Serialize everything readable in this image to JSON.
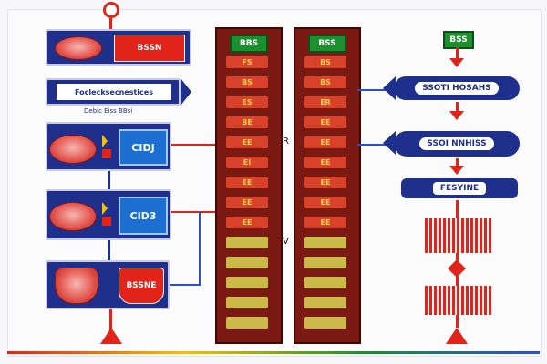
{
  "blocks": {
    "b1_label": "BSSN",
    "b2_text": "Foclecksecnestices",
    "b2_sub": "Debic Eiss  BBsi",
    "b3_card": "CIDJ",
    "b4_card": "CID3",
    "b5_label": "BSSNE"
  },
  "columns": {
    "left_cap": "BBS",
    "right_cap": "BSS",
    "rows_left": [
      "FS",
      "BS",
      "ES",
      "BE",
      "EE",
      "EI",
      "EE",
      "EE",
      "EE",
      "",
      "",
      "",
      "",
      ""
    ],
    "rows_right": [
      "BS",
      "BS",
      "ER",
      "EE",
      "EE",
      "EE",
      "EE",
      "EE",
      "EE",
      "",
      "",
      "",
      "",
      ""
    ],
    "mid_mark_1": "R",
    "mid_mark_2": "V"
  },
  "right_flow": {
    "top_badge": "BSS",
    "pill1": "SSOTI HOSAHS",
    "pill2": "SSOI NNHISS",
    "pill3": "FESYINE"
  },
  "colors": {
    "navy": "#1e2f8c",
    "red": "#e2231a",
    "maroon": "#7a1a12",
    "green": "#1c8f2e",
    "blue": "#1c6fd1"
  }
}
